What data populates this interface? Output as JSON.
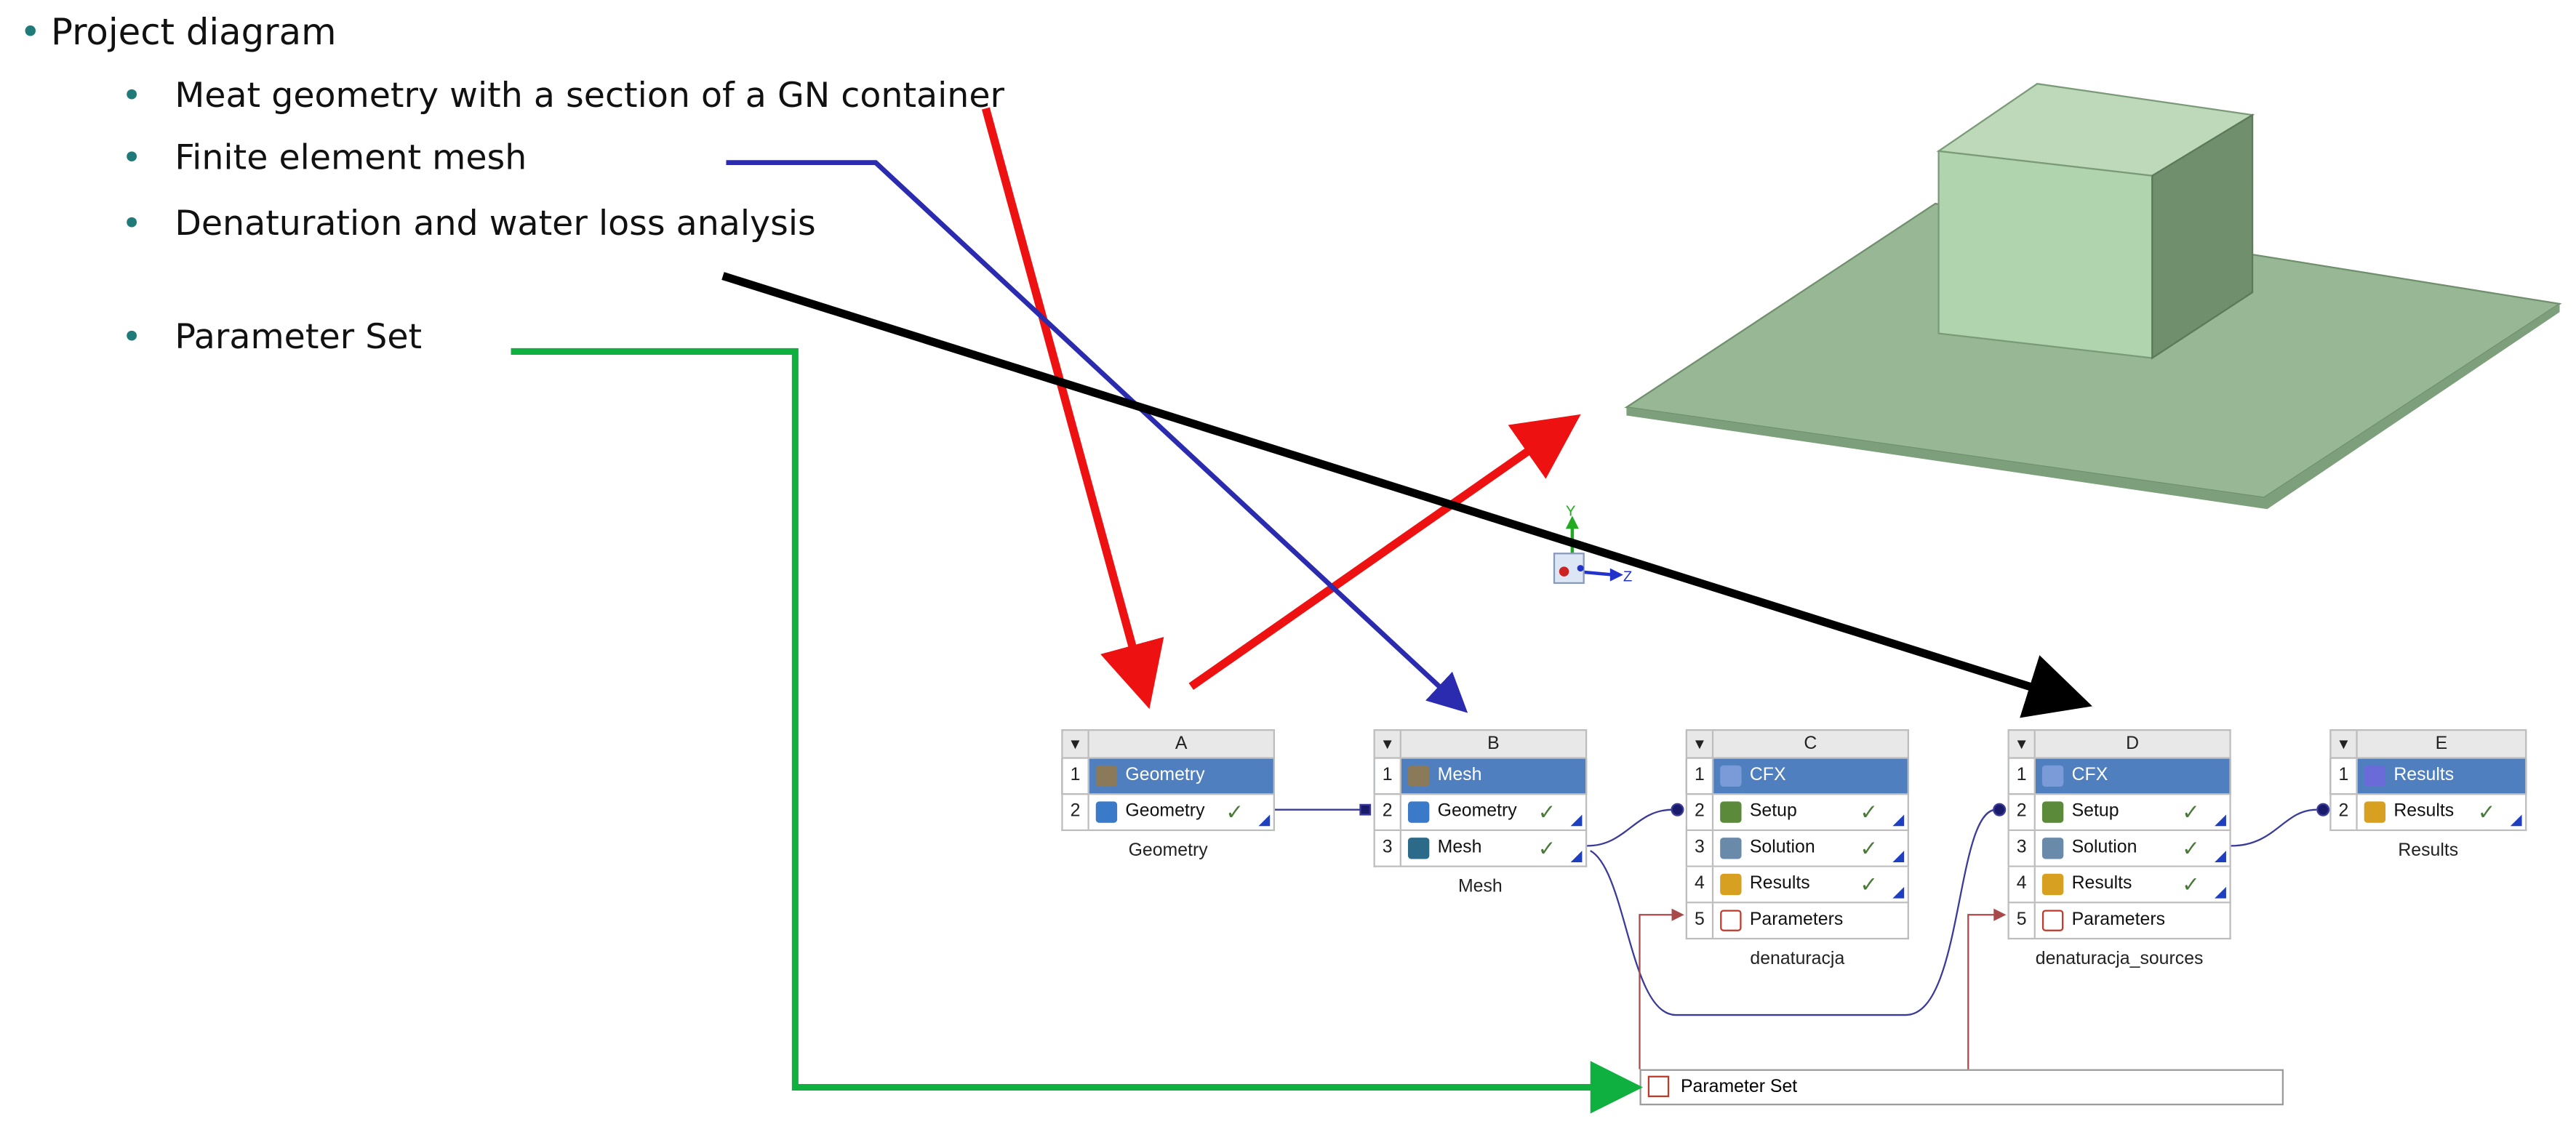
{
  "bullets": {
    "title": "Project diagram",
    "items": [
      "Meat geometry with a section of a GN container",
      "Finite element mesh",
      "Denaturation and water loss analysis",
      "Parameter Set"
    ]
  },
  "axes": {
    "y": "Y",
    "z": "Z"
  },
  "systems": {
    "A": {
      "letter": "A",
      "caption": "Geometry",
      "rows": [
        {
          "num": "1",
          "label": "Geometry",
          "check": ""
        },
        {
          "num": "2",
          "label": "Geometry",
          "check": "✓"
        }
      ]
    },
    "B": {
      "letter": "B",
      "caption": "Mesh",
      "rows": [
        {
          "num": "1",
          "label": "Mesh",
          "check": ""
        },
        {
          "num": "2",
          "label": "Geometry",
          "check": "✓"
        },
        {
          "num": "3",
          "label": "Mesh",
          "check": "✓"
        }
      ]
    },
    "C": {
      "letter": "C",
      "caption": "denaturacja",
      "rows": [
        {
          "num": "1",
          "label": "CFX",
          "check": ""
        },
        {
          "num": "2",
          "label": "Setup",
          "check": "✓"
        },
        {
          "num": "3",
          "label": "Solution",
          "check": "✓"
        },
        {
          "num": "4",
          "label": "Results",
          "check": "✓"
        },
        {
          "num": "5",
          "label": "Parameters",
          "check": ""
        }
      ]
    },
    "D": {
      "letter": "D",
      "caption": "denaturacja_sources",
      "rows": [
        {
          "num": "1",
          "label": "CFX",
          "check": ""
        },
        {
          "num": "2",
          "label": "Setup",
          "check": "✓"
        },
        {
          "num": "3",
          "label": "Solution",
          "check": "✓"
        },
        {
          "num": "4",
          "label": "Results",
          "check": "✓"
        },
        {
          "num": "5",
          "label": "Parameters",
          "check": ""
        }
      ]
    },
    "E": {
      "letter": "E",
      "caption": "Results",
      "rows": [
        {
          "num": "1",
          "label": "Results",
          "check": ""
        },
        {
          "num": "2",
          "label": "Results",
          "check": "✓"
        }
      ]
    }
  },
  "parameter_set": {
    "label": "Parameter Set"
  },
  "colors": {
    "red": "#ee1111",
    "blue": "#2b2bb0",
    "black": "#000000",
    "green": "#10b040",
    "plate": "#95b592",
    "selected": "#4f7fbf"
  }
}
